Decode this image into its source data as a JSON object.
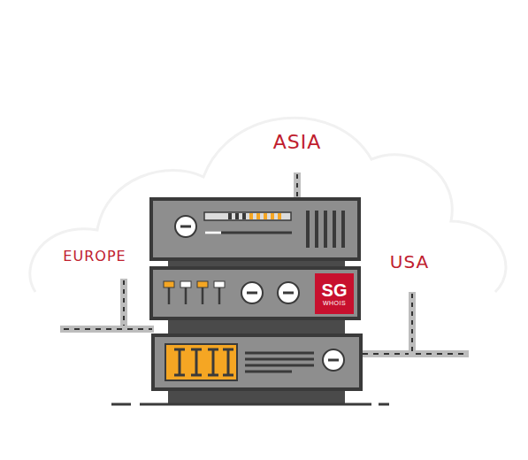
{
  "diagram": {
    "nodes": [
      {
        "text": [
          "SG",
          "WHOIS"
        ]
      }
    ],
    "labels": [
      "ASIA",
      "EUROPE",
      "USA"
    ]
  }
}
